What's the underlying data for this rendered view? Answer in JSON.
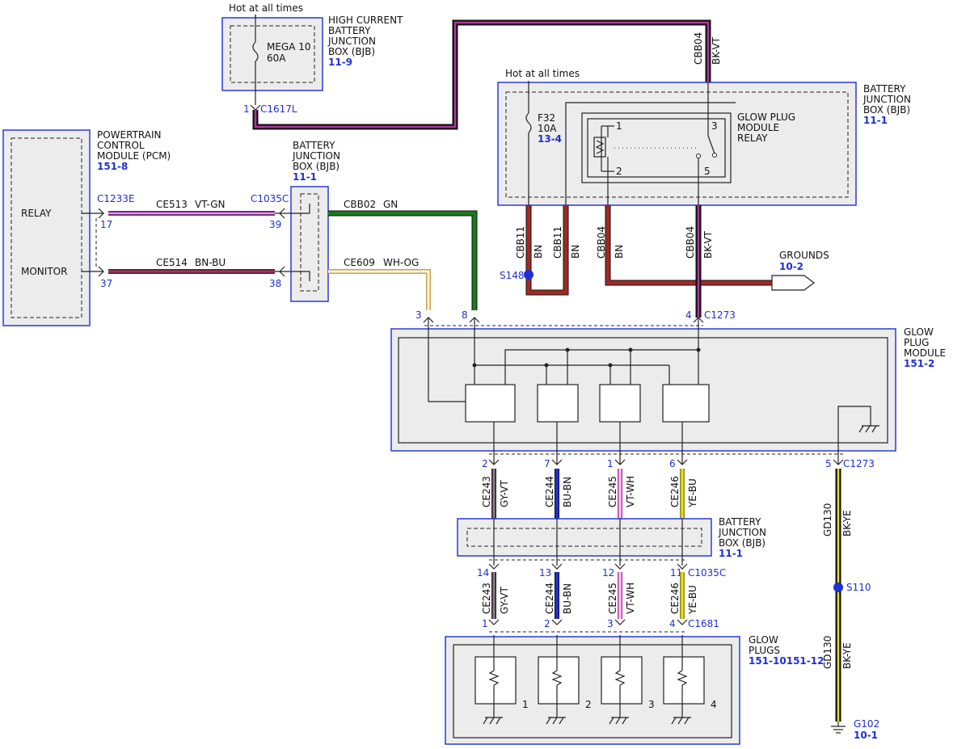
{
  "colors": {
    "box_border": "#2a3ad8",
    "green": "#1a7a1a",
    "brown": "#a12a25",
    "violet": "#b0379d",
    "blue": "#1f2fd6",
    "yellow": "#e8dc2c",
    "gray": "#8a7b8a",
    "pink": "#e98fd8"
  },
  "hot_labels": [
    "Hot at all times",
    "Hot at all times"
  ],
  "hcbjb": {
    "name": [
      "HIGH CURRENT",
      "BATTERY",
      "JUNCTION",
      "BOX (BJB)"
    ],
    "ref": "11-9",
    "fuse": [
      "MEGA 10",
      "60A"
    ],
    "pin": "1",
    "connector": "C1617L"
  },
  "pcm": {
    "name": [
      "POWERTRAIN",
      "CONTROL",
      "MODULE (PCM)"
    ],
    "ref": "151-8",
    "relay": "RELAY",
    "monitor": "MONITOR",
    "connector": "C1233E",
    "pin_relay": "17",
    "pin_monitor": "37"
  },
  "bjb_mid": {
    "name": [
      "BATTERY",
      "JUNCTION",
      "BOX (BJB)"
    ],
    "ref": "11-1",
    "connector": "C1035C",
    "pin_a": "39",
    "pin_b": "38"
  },
  "bjb_top": {
    "name": [
      "BATTERY",
      "JUNCTION",
      "BOX (BJB)"
    ],
    "ref": "11-1",
    "fuse": [
      "F32",
      "10A"
    ],
    "fuse_ref": "13-4",
    "relay": [
      "GLOW PLUG",
      "MODULE",
      "RELAY"
    ],
    "relay_pins": [
      "1",
      "2",
      "3",
      "5"
    ]
  },
  "bjb_low": {
    "name": [
      "BATTERY",
      "JUNCTION",
      "BOX (BJB)"
    ],
    "ref": "11-1"
  },
  "wires": {
    "ce513": [
      "CE513",
      "VT-GN"
    ],
    "ce514": [
      "CE514",
      "BN-BU"
    ],
    "cbb02": [
      "CBB02",
      "GN"
    ],
    "ce609": [
      "CE609",
      "WH-OG"
    ],
    "cbb04_top": [
      "CBB04",
      "BK-VT"
    ],
    "cbb11_a": [
      "CBB11",
      "BN"
    ],
    "cbb11_b": [
      "CBB11",
      "BN"
    ],
    "cbb04_bn": [
      "CBB04",
      "BN"
    ],
    "cbb04_bkvt": [
      "CBB04",
      "BK-VT"
    ],
    "ce243": [
      "CE243",
      "GY-VT"
    ],
    "ce244": [
      "CE244",
      "BU-BN"
    ],
    "ce245": [
      "CE245",
      "VT-WH"
    ],
    "ce246": [
      "CE246",
      "YE-BU"
    ],
    "gd130": [
      "GD130",
      "BK-YE"
    ]
  },
  "splices": {
    "s148": "S148",
    "s110": "S110"
  },
  "grounds": {
    "name": "GROUNDS",
    "ref": "10-2"
  },
  "gpm": {
    "name": [
      "GLOW",
      "PLUG",
      "MODULE"
    ],
    "ref": "151-2",
    "connector": "C1273",
    "pins_top": [
      "3",
      "8",
      "4"
    ],
    "pins_bottom": [
      "2",
      "7",
      "1",
      "6",
      "5"
    ]
  },
  "c1035c_low": {
    "connector": "C1035C",
    "pins": [
      "14",
      "13",
      "12",
      "11"
    ]
  },
  "c1681": {
    "connector": "C1681",
    "pins": [
      "1",
      "2",
      "3",
      "4"
    ]
  },
  "glow_plugs": {
    "name": [
      "GLOW",
      "PLUGS"
    ],
    "ref": "151-10151-12",
    "numbers": [
      "1",
      "2",
      "3",
      "4"
    ]
  },
  "g102": {
    "name": "G102",
    "ref": "10-1"
  }
}
